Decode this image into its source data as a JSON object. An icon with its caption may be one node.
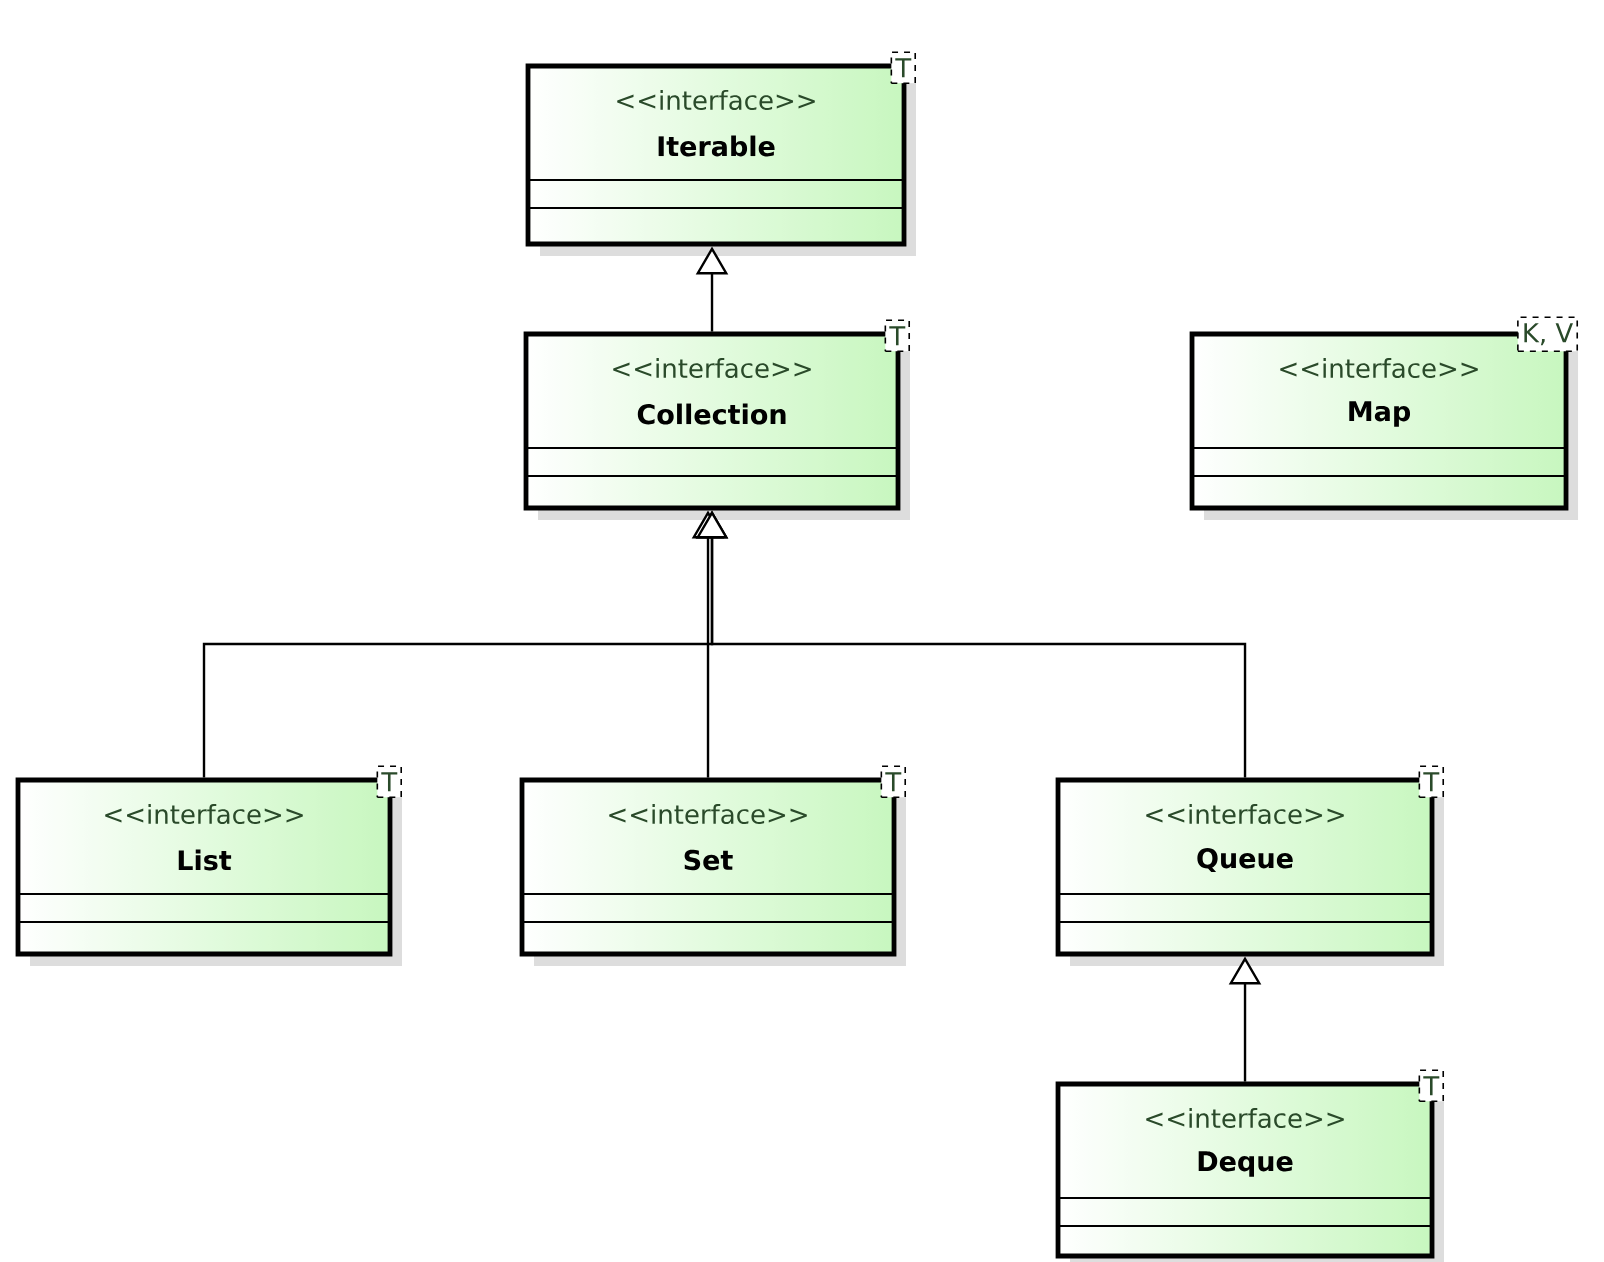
{
  "diagram": {
    "nodes": [
      {
        "text": [
          "<<interface>>",
          "Iterable",
          "T"
        ]
      },
      {
        "text": [
          "<<interface>>",
          "Collection",
          "T"
        ]
      },
      {
        "text": [
          "<<interface>>",
          "Map",
          "K, V"
        ]
      },
      {
        "text": [
          "<<interface>>",
          "List",
          "T"
        ]
      },
      {
        "text": [
          "<<interface>>",
          "Set",
          "T"
        ]
      },
      {
        "text": [
          "<<interface>>",
          "Queue",
          "T"
        ]
      },
      {
        "text": [
          "<<interface>>",
          "Deque",
          "T"
        ]
      }
    ],
    "edges": [
      {
        "from": 1,
        "to": 0,
        "arrow": "to"
      },
      {
        "from": 3,
        "to": 1,
        "arrow": "to"
      },
      {
        "from": 4,
        "to": 1,
        "arrow": "to"
      },
      {
        "from": 5,
        "to": 1,
        "arrow": "to"
      },
      {
        "from": 6,
        "to": 5,
        "arrow": "to"
      }
    ]
  }
}
